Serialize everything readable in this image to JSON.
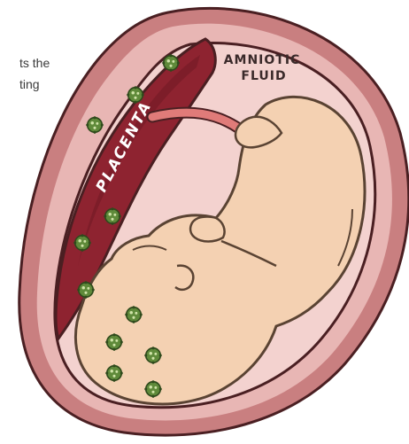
{
  "intro_text": [
    "ts the",
    "ting"
  ],
  "labels": {
    "placenta": "PLACENTA",
    "amniotic_line1": "AMNIOTIC",
    "amniotic_line2": "FLUID"
  },
  "colors": {
    "uterus_outer": "#c97f80",
    "uterus_inner": "#e8b6b4",
    "amniotic_sac": "#f3d2cf",
    "placenta": "#8e2330",
    "placenta_dark": "#6b1722",
    "umbilical_cord": "#e07b79",
    "fetus_skin": "#f4d1b2",
    "fetus_outline": "#5a4333",
    "germ": "#5f8a3a",
    "outline": "#4a1f22"
  },
  "icons": [
    "germ-icon"
  ]
}
